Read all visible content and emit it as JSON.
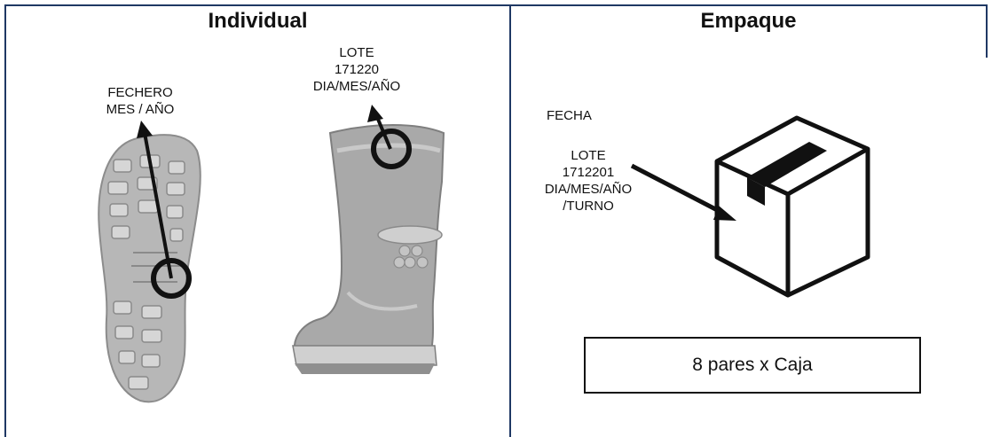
{
  "headings": {
    "individual": "Individual",
    "empaque": "Empaque"
  },
  "individual": {
    "sole_label": [
      "FECHERO",
      "MES / AÑO"
    ],
    "boot_label": [
      "LOTE",
      "171220",
      "DIA/MES/AÑO"
    ]
  },
  "empaque": {
    "fecha_label": "FECHA",
    "lote_label": [
      "LOTE",
      "1712201",
      "DIA/MES/AÑO",
      "/TURNO"
    ],
    "box_text": "8 pares x Caja"
  },
  "colors": {
    "border": "#1f3864",
    "boot_gray": "#a9a9a9",
    "ink": "#111111"
  }
}
